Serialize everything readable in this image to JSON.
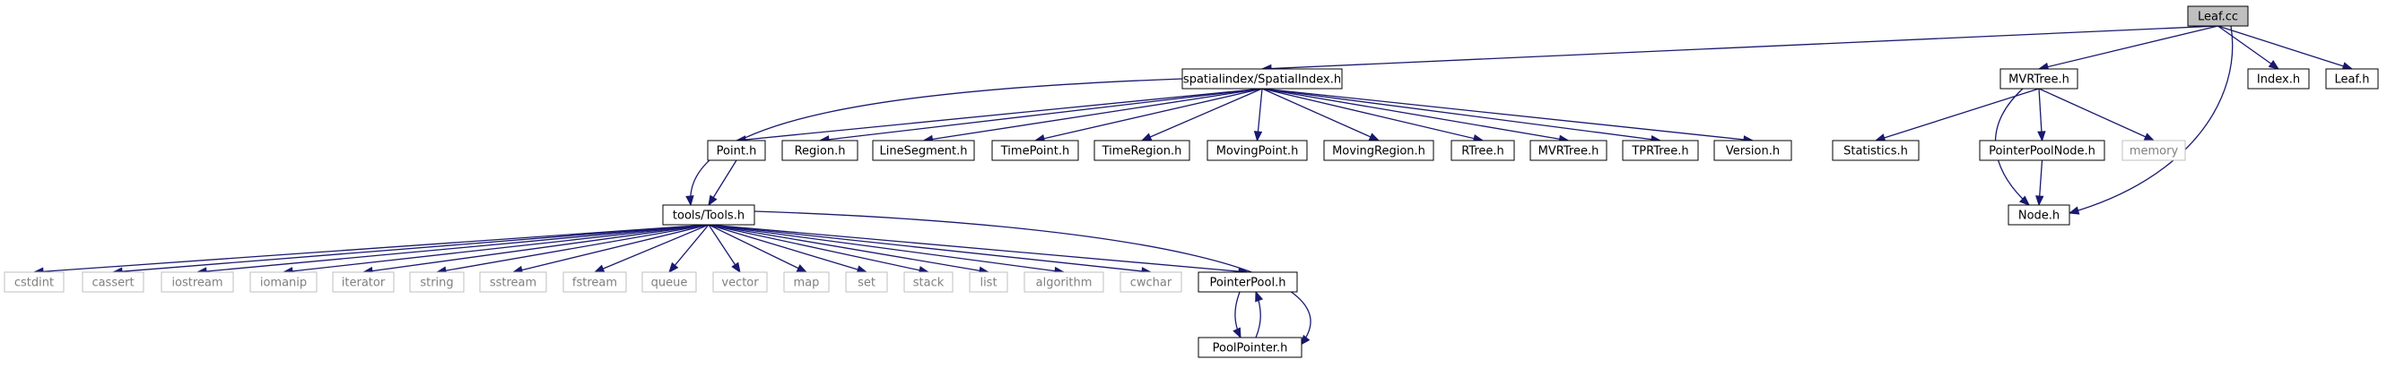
{
  "colors": {
    "edge": "#191970",
    "node_border": "#000000",
    "external_border": "#bfbfbf",
    "external_text": "#7f7f7f",
    "root_fill": "#bfbfbf",
    "text": "#000000"
  },
  "nodes": {
    "leaf_cc": {
      "label": "Leaf.cc",
      "kind": "root"
    },
    "spatialindex_h": {
      "label": "spatialindex/SpatialIndex.h",
      "kind": "local"
    },
    "mvrtree_top": {
      "label": "MVRTree.h",
      "kind": "local"
    },
    "index_h": {
      "label": "Index.h",
      "kind": "local"
    },
    "leaf_h": {
      "label": "Leaf.h",
      "kind": "local"
    },
    "point_h": {
      "label": "Point.h",
      "kind": "local"
    },
    "region_h": {
      "label": "Region.h",
      "kind": "local"
    },
    "linesegment_h": {
      "label": "LineSegment.h",
      "kind": "local"
    },
    "timepoint_h": {
      "label": "TimePoint.h",
      "kind": "local"
    },
    "timeregion_h": {
      "label": "TimeRegion.h",
      "kind": "local"
    },
    "movingpoint_h": {
      "label": "MovingPoint.h",
      "kind": "local"
    },
    "movingregion_h": {
      "label": "MovingRegion.h",
      "kind": "local"
    },
    "rtree_h": {
      "label": "RTree.h",
      "kind": "local"
    },
    "mvrtree_mid": {
      "label": "MVRTree.h",
      "kind": "local"
    },
    "tprtree_h": {
      "label": "TPRTree.h",
      "kind": "local"
    },
    "version_h": {
      "label": "Version.h",
      "kind": "local"
    },
    "statistics_h": {
      "label": "Statistics.h",
      "kind": "local"
    },
    "pointerpoolnode_h": {
      "label": "PointerPoolNode.h",
      "kind": "local"
    },
    "memory": {
      "label": "memory",
      "kind": "external"
    },
    "node_h": {
      "label": "Node.h",
      "kind": "local"
    },
    "tools_h": {
      "label": "tools/Tools.h",
      "kind": "local"
    },
    "cstdint": {
      "label": "cstdint",
      "kind": "external"
    },
    "cassert": {
      "label": "cassert",
      "kind": "external"
    },
    "iostream": {
      "label": "iostream",
      "kind": "external"
    },
    "iomanip": {
      "label": "iomanip",
      "kind": "external"
    },
    "iterator": {
      "label": "iterator",
      "kind": "external"
    },
    "string": {
      "label": "string",
      "kind": "external"
    },
    "sstream": {
      "label": "sstream",
      "kind": "external"
    },
    "fstream": {
      "label": "fstream",
      "kind": "external"
    },
    "queue": {
      "label": "queue",
      "kind": "external"
    },
    "vector": {
      "label": "vector",
      "kind": "external"
    },
    "map": {
      "label": "map",
      "kind": "external"
    },
    "set": {
      "label": "set",
      "kind": "external"
    },
    "stack": {
      "label": "stack",
      "kind": "external"
    },
    "list": {
      "label": "list",
      "kind": "external"
    },
    "algorithm": {
      "label": "algorithm",
      "kind": "external"
    },
    "cwchar": {
      "label": "cwchar",
      "kind": "external"
    },
    "pointerpool_h": {
      "label": "PointerPool.h",
      "kind": "local"
    },
    "poolpointer_h": {
      "label": "PoolPointer.h",
      "kind": "local"
    }
  },
  "edges": [
    [
      "leaf_cc",
      "spatialindex_h"
    ],
    [
      "leaf_cc",
      "mvrtree_top"
    ],
    [
      "leaf_cc",
      "index_h"
    ],
    [
      "leaf_cc",
      "leaf_h"
    ],
    [
      "leaf_cc",
      "node_h"
    ],
    [
      "spatialindex_h",
      "tools_h"
    ],
    [
      "spatialindex_h",
      "point_h"
    ],
    [
      "spatialindex_h",
      "region_h"
    ],
    [
      "spatialindex_h",
      "linesegment_h"
    ],
    [
      "spatialindex_h",
      "timepoint_h"
    ],
    [
      "spatialindex_h",
      "timeregion_h"
    ],
    [
      "spatialindex_h",
      "movingpoint_h"
    ],
    [
      "spatialindex_h",
      "movingregion_h"
    ],
    [
      "spatialindex_h",
      "rtree_h"
    ],
    [
      "spatialindex_h",
      "mvrtree_mid"
    ],
    [
      "spatialindex_h",
      "tprtree_h"
    ],
    [
      "spatialindex_h",
      "version_h"
    ],
    [
      "point_h",
      "tools_h"
    ],
    [
      "mvrtree_top",
      "statistics_h"
    ],
    [
      "mvrtree_top",
      "pointerpoolnode_h"
    ],
    [
      "mvrtree_top",
      "memory"
    ],
    [
      "mvrtree_top",
      "node_h"
    ],
    [
      "pointerpoolnode_h",
      "node_h"
    ],
    [
      "tools_h",
      "cstdint"
    ],
    [
      "tools_h",
      "cassert"
    ],
    [
      "tools_h",
      "iostream"
    ],
    [
      "tools_h",
      "iomanip"
    ],
    [
      "tools_h",
      "iterator"
    ],
    [
      "tools_h",
      "string"
    ],
    [
      "tools_h",
      "sstream"
    ],
    [
      "tools_h",
      "fstream"
    ],
    [
      "tools_h",
      "queue"
    ],
    [
      "tools_h",
      "vector"
    ],
    [
      "tools_h",
      "map"
    ],
    [
      "tools_h",
      "set"
    ],
    [
      "tools_h",
      "stack"
    ],
    [
      "tools_h",
      "list"
    ],
    [
      "tools_h",
      "algorithm"
    ],
    [
      "tools_h",
      "cwchar"
    ],
    [
      "tools_h",
      "pointerpool_h"
    ],
    [
      "tools_h",
      "poolpointer_h"
    ],
    [
      "pointerpool_h",
      "poolpointer_h"
    ],
    [
      "poolpointer_h",
      "pointerpool_h"
    ]
  ]
}
